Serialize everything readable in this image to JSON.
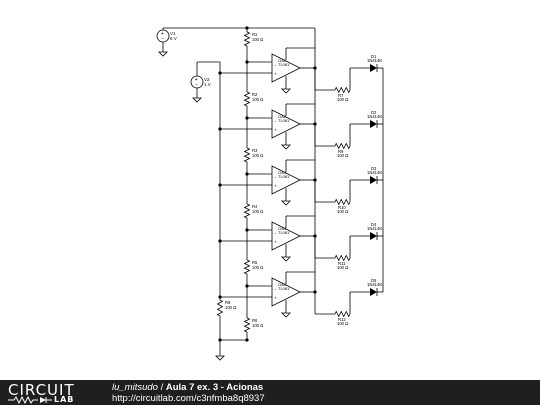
{
  "circuit": {
    "sources": [
      {
        "name": "V1",
        "value": "5 V"
      },
      {
        "name": "V2",
        "value": "1 V"
      }
    ],
    "divider_resistors": [
      {
        "name": "R1",
        "value": "100 Ω"
      },
      {
        "name": "R2",
        "value": "100 Ω"
      },
      {
        "name": "R3",
        "value": "100 Ω"
      },
      {
        "name": "R4",
        "value": "100 Ω"
      },
      {
        "name": "R5",
        "value": "100 Ω"
      },
      {
        "name": "R6",
        "value": "100 Ω"
      }
    ],
    "extra_resistor": {
      "name": "R8",
      "value": "100 Ω"
    },
    "stages": [
      {
        "opamp": "OA1",
        "part": "TL081",
        "resistor": "R7",
        "rvalue": "100 Ω",
        "diode": "D1",
        "dpart": "1N4148"
      },
      {
        "opamp": "OA2",
        "part": "TL081",
        "resistor": "R9",
        "rvalue": "100 Ω",
        "diode": "D2",
        "dpart": "1N4148"
      },
      {
        "opamp": "OA3",
        "part": "TL081",
        "resistor": "R10",
        "rvalue": "100 Ω",
        "diode": "D3",
        "dpart": "1N4148"
      },
      {
        "opamp": "OA4",
        "part": "TL081",
        "resistor": "R11",
        "rvalue": "100 Ω",
        "diode": "D4",
        "dpart": "1N4148"
      },
      {
        "opamp": "OA5",
        "part": "TL081",
        "resistor": "R12",
        "rvalue": "100 Ω",
        "diode": "D5",
        "dpart": "1N4148"
      }
    ]
  },
  "footer": {
    "logo_top": "CIRCUIT",
    "logo_bottom": "LAB",
    "author": "lu_mitsudo",
    "separator": " / ",
    "title": "Aula 7 ex. 3 - Acionas",
    "url": "http://circuitlab.com/c3nfmba8q8937"
  }
}
